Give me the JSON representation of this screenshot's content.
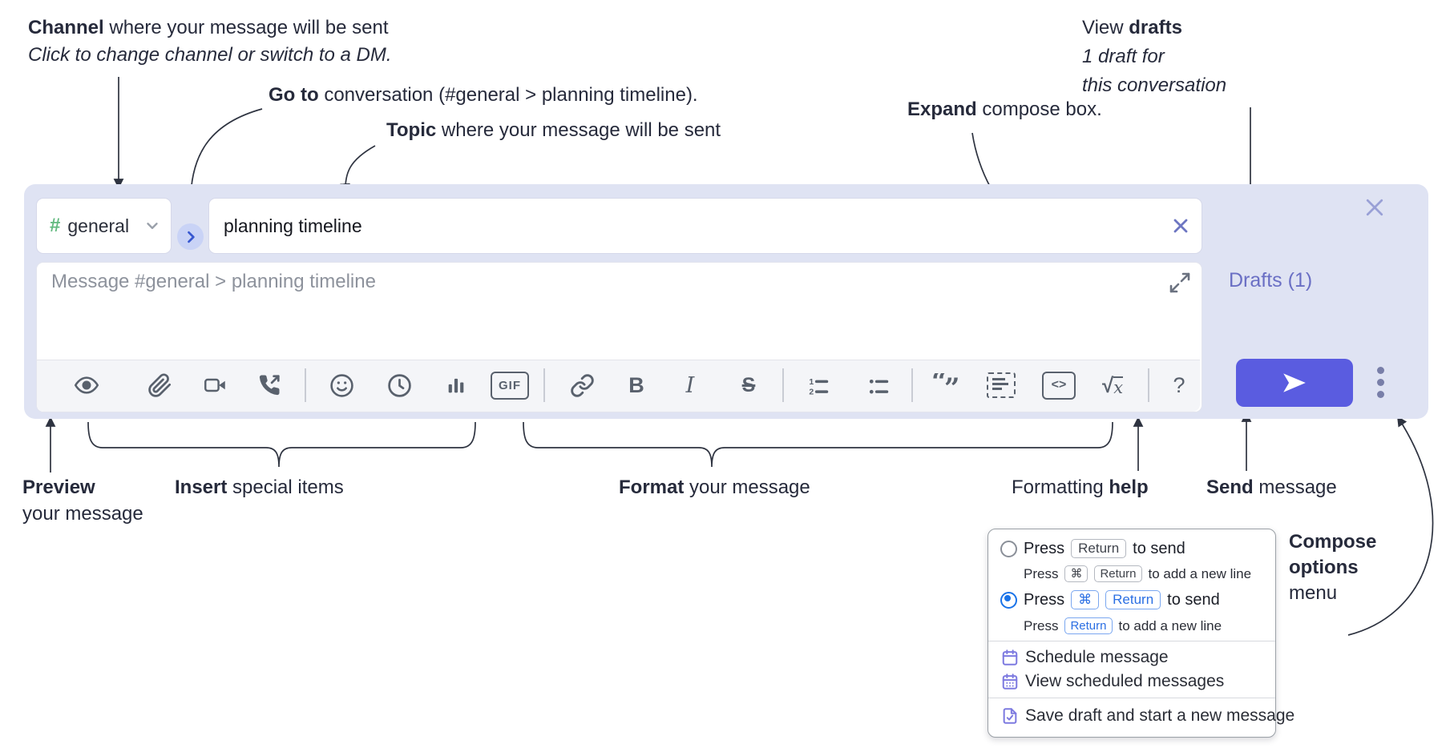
{
  "annotations": {
    "channel": {
      "bold": "Channel",
      "rest": " where your message will be sent",
      "line2": "Click to change channel or switch to a DM."
    },
    "goto": {
      "bold": "Go to",
      "rest": " conversation (#general > planning timeline)."
    },
    "topic": {
      "bold": "Topic",
      "rest": " where your message will be sent"
    },
    "expand": {
      "bold": "Expand",
      "rest": " compose box."
    },
    "view_drafts": {
      "pre": "View ",
      "bold": "drafts",
      "line2": "1 draft for",
      "line3": "this conversation"
    },
    "preview": {
      "bold": "Preview",
      "line2": "your message"
    },
    "insert": {
      "bold": "Insert",
      "rest": " special items"
    },
    "format": {
      "bold": "Format",
      "rest": " your message"
    },
    "formatting_help": {
      "pre": "Formatting ",
      "bold": "help"
    },
    "send": {
      "bold": "Send",
      "rest": " message"
    },
    "compose_options": {
      "line1": "Compose",
      "line2": "options",
      "line3": "menu"
    }
  },
  "compose": {
    "channel_hash": "#",
    "channel_name": "general",
    "topic_value": "planning timeline",
    "message_placeholder": "Message #general > planning timeline",
    "drafts_label": "Drafts (1)",
    "toolbar": {
      "bold": "B",
      "italic": "I",
      "strike": "S",
      "gif": "GIF",
      "code": "<>",
      "math_sqrt": "√",
      "math_x": "x",
      "help": "?"
    }
  },
  "options_menu": {
    "press": "Press",
    "to_send": "to send",
    "to_newline": "to add a new line",
    "return_key": "Return",
    "cmd_key": "⌘",
    "schedule": "Schedule message",
    "view_scheduled": "View scheduled messages",
    "save_draft": "Save draft and start a new message"
  },
  "colors": {
    "compose_bg": "#dfe3f3",
    "send_button": "#5a5ce0",
    "drafts_link": "#6a6fc4",
    "hash_green": "#62b97f",
    "goto_chevron": "#3757d0",
    "key_blue": "#2b6fe3",
    "selected_radio": "#1a73e8",
    "menu_icon_purple": "#7d7ae0"
  }
}
